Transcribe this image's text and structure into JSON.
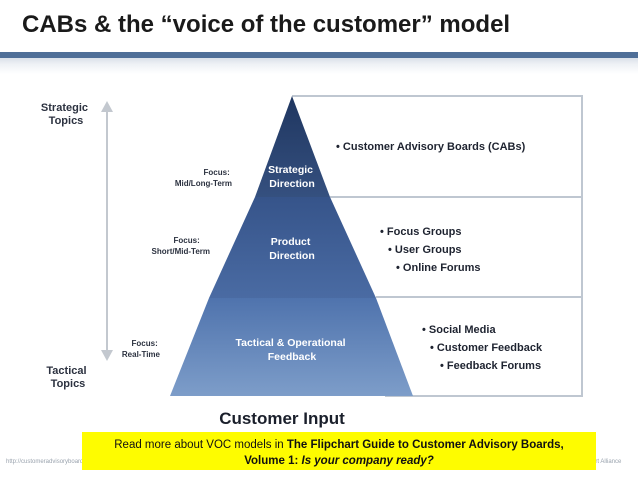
{
  "slide": {
    "title": "CABs & the “voice of the customer” model",
    "footer_left": "http://customeradvisoryboards",
    "footer_right": "art Alliance"
  },
  "axis": {
    "top_label": [
      "Strategic",
      "Topics"
    ],
    "bottom_label": [
      "Tactical",
      "Topics"
    ]
  },
  "tiers": [
    {
      "focus": [
        "Focus:",
        "Mid/Long-Term"
      ],
      "name": [
        "Strategic",
        "Direction"
      ],
      "items": [
        "Customer Advisory Boards (CABs)"
      ]
    },
    {
      "focus": [
        "Focus:",
        "Short/Mid-Term"
      ],
      "name": [
        "Product",
        "Direction"
      ],
      "items": [
        "Focus Groups",
        "User Groups",
        "Online Forums"
      ]
    },
    {
      "focus": [
        "Focus:",
        "Real-Time"
      ],
      "name": [
        "Tactical & Operational",
        "Feedback"
      ],
      "items": [
        "Social Media",
        "Customer Feedback",
        "Feedback Forums"
      ]
    }
  ],
  "base_label": "Customer Input",
  "callout": {
    "prefix": "Read more about VOC models in ",
    "book_title": "The Flipchart Guide to Customer Advisory Boards,",
    "volume": "Volume 1: ",
    "subtitle": "Is your company ready?"
  },
  "colors": {
    "tier_top": "#2d4470",
    "tier_mid": "#3c5c92",
    "tier_bottom": "#5f81b8",
    "frame": "#bfc7d1",
    "callout_bg": "#fefc00"
  }
}
